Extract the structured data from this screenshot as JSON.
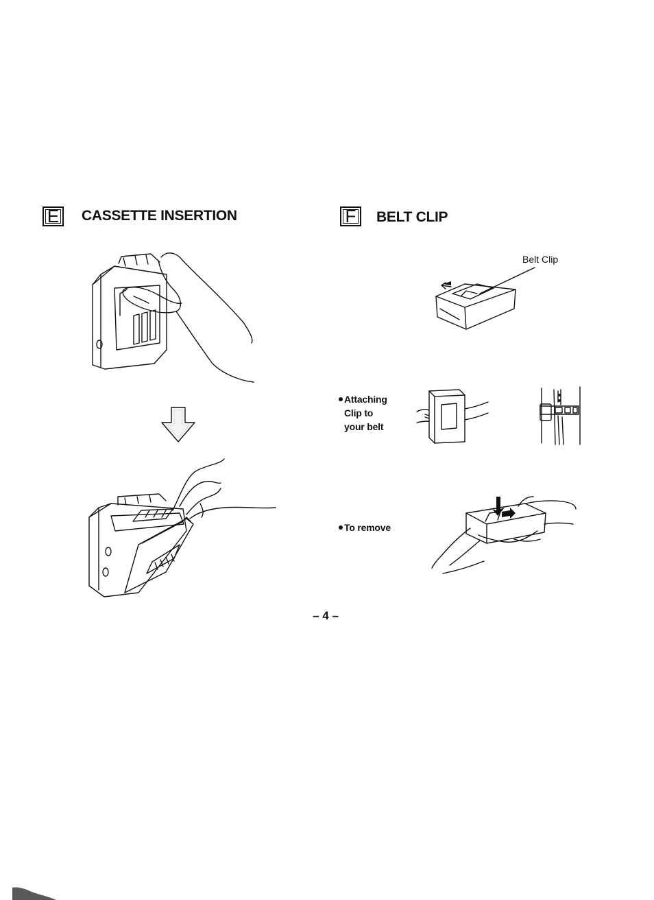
{
  "section_e": {
    "letter": "E",
    "title": "CASSETTE INSERTION"
  },
  "section_f": {
    "letter": "F",
    "title": "BELT CLIP",
    "belt_clip_label": "Belt Clip",
    "attaching": {
      "line1": "Attaching",
      "line2": "Clip to",
      "line3": "your belt"
    },
    "remove": {
      "label": "To remove"
    }
  },
  "footer": {
    "page_number": "– 4 –"
  }
}
